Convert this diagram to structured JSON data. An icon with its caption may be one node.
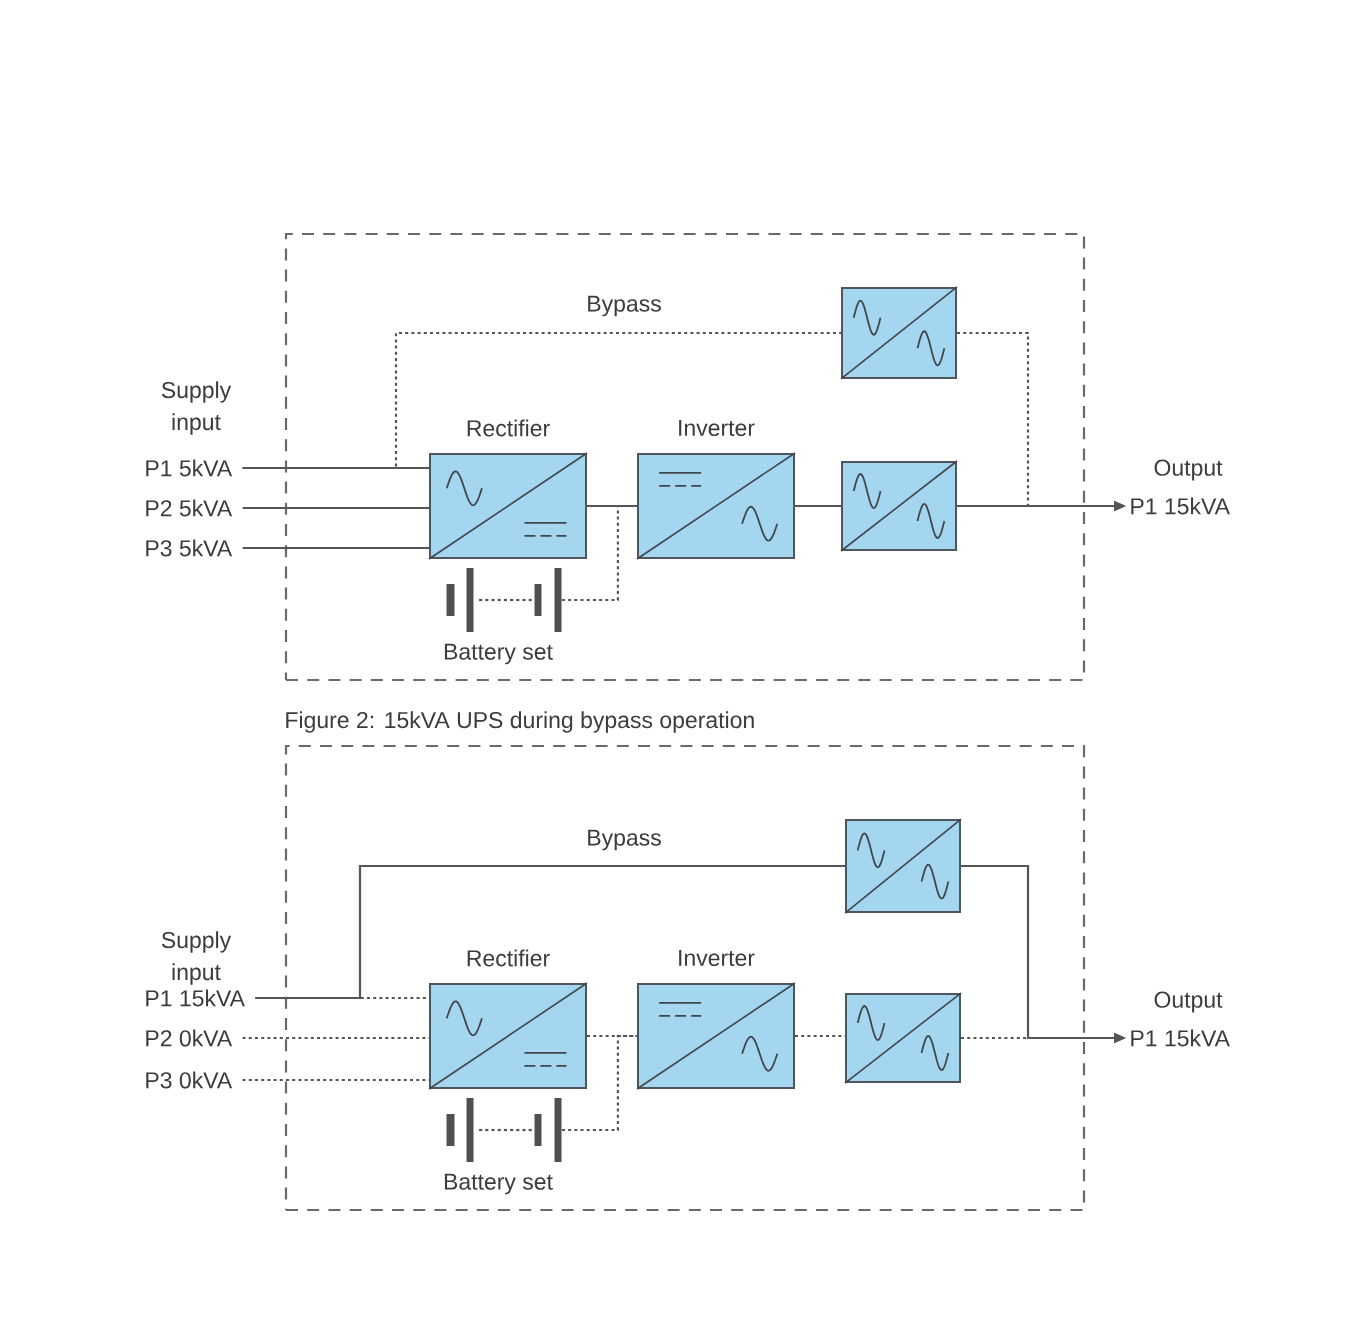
{
  "diagram": {
    "nodes": [
      {
        "text": [],
        "shape": "box"
      },
      {
        "text": [
          "P1 5kVA"
        ]
      },
      {
        "text": [
          "P2 5kVA"
        ]
      },
      {
        "text": [
          "P3 5kVA"
        ]
      },
      {
        "text": [
          "Rectifier"
        ],
        "in": 0
      },
      {
        "text": [
          "Inverter"
        ],
        "in": 0
      },
      {
        "text": [],
        "shape": "box",
        "in": 0
      },
      {
        "text": [],
        "shape": "box",
        "in": 0
      },
      {
        "text": [
          "Battery set"
        ],
        "in": 0
      },
      {
        "text": [
          "Output",
          "P1 15kVA"
        ]
      },
      {
        "text": [
          "Figure 2: 15kVA UPS during bypass operation"
        ]
      },
      {
        "text": [
          "P1 15kVA"
        ]
      },
      {
        "text": [
          "P2 0kVA"
        ]
      },
      {
        "text": [
          "P3 0kVA"
        ]
      },
      {
        "text": [
          "Rectifier"
        ],
        "in": 10
      },
      {
        "text": [
          "Inverter"
        ],
        "in": 10
      },
      {
        "text": [],
        "shape": "box",
        "in": 10
      },
      {
        "text": [],
        "shape": "box",
        "in": 10
      },
      {
        "text": [
          "Battery set"
        ],
        "in": 10
      },
      {
        "text": [
          "Output",
          "P1 15kVA"
        ]
      }
    ],
    "edges": [
      {
        "from": 1,
        "to": 4,
        "arrow": "none"
      },
      {
        "from": 2,
        "to": 4,
        "arrow": "none"
      },
      {
        "from": 3,
        "to": 4,
        "arrow": "none"
      },
      {
        "from": 1,
        "to": 6,
        "arrow": "none",
        "style": "dashed",
        "label": "Bypass"
      },
      {
        "from": 4,
        "to": 5,
        "arrow": "none"
      },
      {
        "from": 8,
        "to": 5,
        "arrow": "none",
        "style": "dashed"
      },
      {
        "from": 5,
        "to": 7,
        "arrow": "none"
      },
      {
        "from": 7,
        "to": 9,
        "arrow": "to"
      },
      {
        "from": 6,
        "to": 9,
        "arrow": "to",
        "style": "dashed"
      },
      {
        "from": 11,
        "to": 14,
        "arrow": "none",
        "style": "dashed"
      },
      {
        "from": 12,
        "to": 14,
        "arrow": "none",
        "style": "dashed"
      },
      {
        "from": 13,
        "to": 14,
        "arrow": "none",
        "style": "dashed"
      },
      {
        "from": 11,
        "to": 16,
        "arrow": "none",
        "label": "Bypass"
      },
      {
        "from": 14,
        "to": 15,
        "arrow": "none",
        "style": "dashed"
      },
      {
        "from": 18,
        "to": 15,
        "arrow": "none",
        "style": "dashed"
      },
      {
        "from": 15,
        "to": 17,
        "arrow": "none",
        "style": "dashed"
      },
      {
        "from": 17,
        "to": 19,
        "arrow": "to",
        "style": "dashed"
      },
      {
        "from": 16,
        "to": 19,
        "arrow": "to"
      }
    ],
    "labels": [
      "Supply input",
      "Supply input"
    ]
  }
}
